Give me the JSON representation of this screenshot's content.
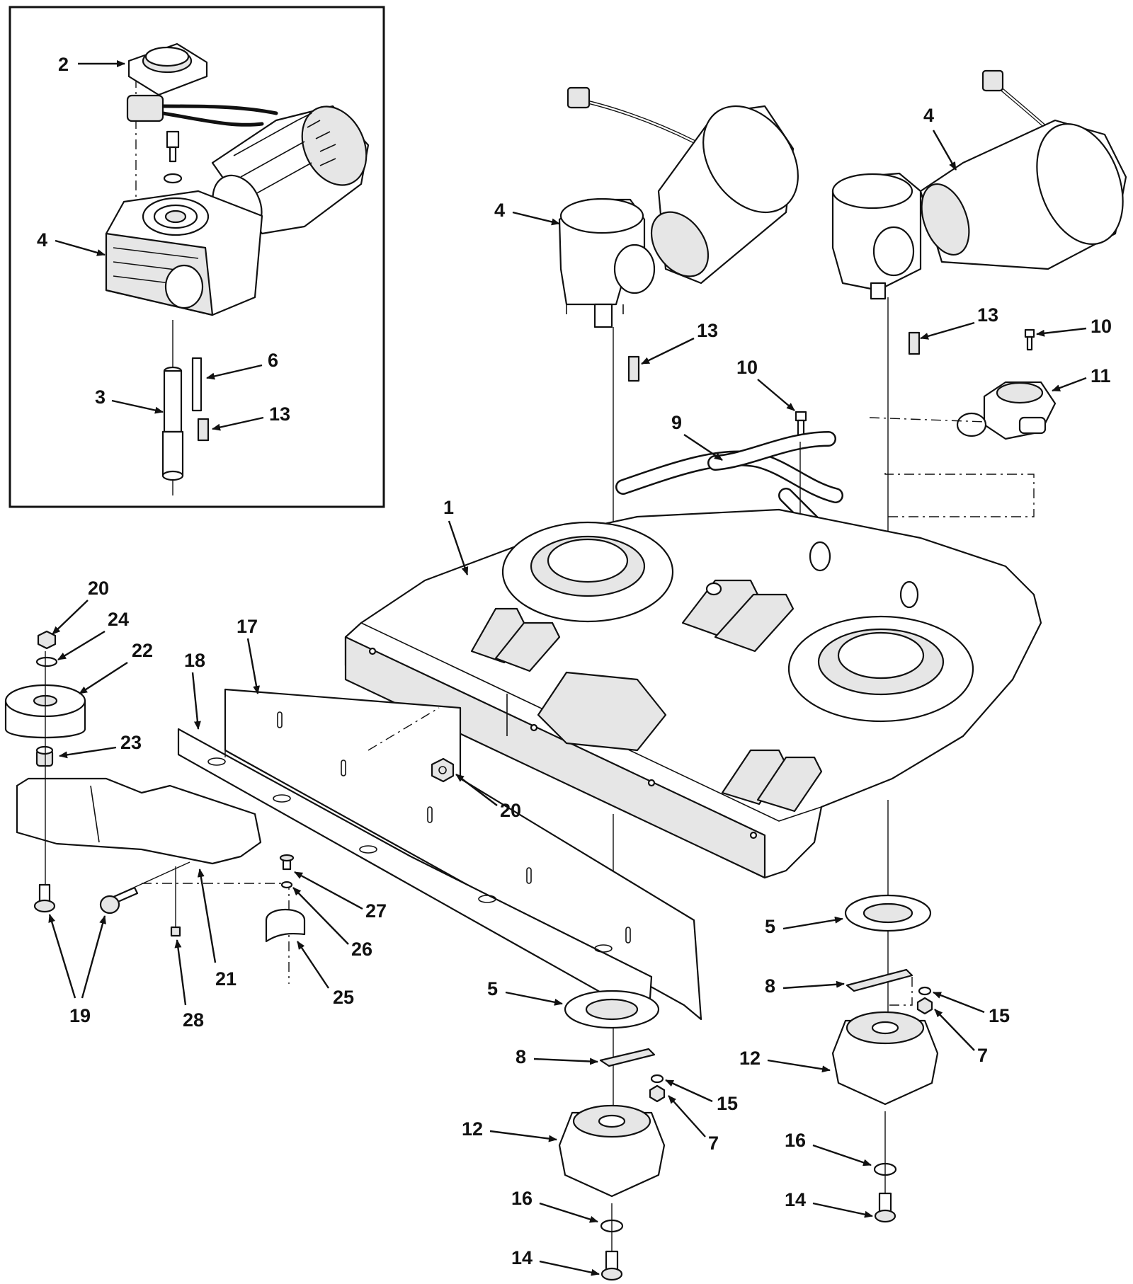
{
  "labels": {
    "inset": {
      "l2": "2",
      "l4": "4",
      "l3": "3",
      "l6": "6",
      "l13": "13"
    },
    "motors": {
      "l4a": "4",
      "l4b": "4",
      "l13a": "13",
      "l13b": "13",
      "l10a": "10",
      "l10b": "10",
      "l11": "11",
      "l9": "9"
    },
    "deck": {
      "l1": "1",
      "l17": "17",
      "l18": "18",
      "l20a": "20",
      "l20b": "20",
      "l24": "24",
      "l22": "22",
      "l23": "23",
      "l19": "19",
      "l21": "21",
      "l28": "28",
      "l27": "27",
      "l26": "26",
      "l25": "25"
    },
    "left_spindle": {
      "l5": "5",
      "l8": "8",
      "l15": "15",
      "l7": "7",
      "l12": "12",
      "l16": "16",
      "l14": "14"
    },
    "right_spindle": {
      "l5": "5",
      "l8": "8",
      "l15": "15",
      "l7": "7",
      "l12": "12",
      "l16": "16",
      "l14": "14"
    }
  }
}
